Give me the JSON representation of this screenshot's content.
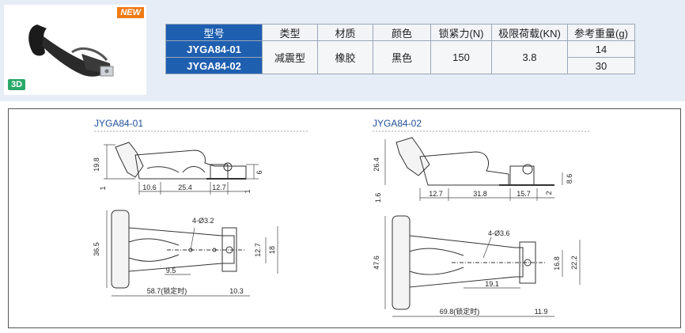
{
  "badges": {
    "new": "NEW",
    "three_d": "3D"
  },
  "table": {
    "headers": [
      "型号",
      "类型",
      "材质",
      "颜色",
      "锁紧力(N)",
      "极限荷载(KN)",
      "参考重量(g)"
    ],
    "models": [
      "JYGA84-01",
      "JYGA84-02"
    ],
    "type": "减震型",
    "material": "橡胶",
    "color": "黑色",
    "lock_force": "150",
    "ultimate_load": "3.8",
    "weights": [
      "14",
      "30"
    ]
  },
  "drawings": {
    "left": {
      "title": "JYGA84-01",
      "dims": {
        "h19_8": "19.8",
        "v1": "1",
        "d10_6": "10.6",
        "d25_4": "25.4",
        "d12_7": "12.7",
        "v1b": "1",
        "v6": "6",
        "v36_5": "36.5",
        "hole": "4-Ø3.2",
        "d9_5": "9.5",
        "v12_7": "12.7",
        "v18": "18",
        "d58_7": "58.7(锁定时)",
        "d10_3": "10.3"
      }
    },
    "right": {
      "title": "JYGA84-02",
      "dims": {
        "h26_4": "26.4",
        "v1_6": "1.6",
        "d12_7": "12.7",
        "d31_8": "31.8",
        "d15_7": "15.7",
        "v2": "2",
        "v8_6": "8.6",
        "v47_6": "47.6",
        "hole": "4-Ø3.6",
        "d19_1": "19.1",
        "v16_8": "16.8",
        "v22_2": "22.2",
        "d69_8": "69.8(锁定时)",
        "d11_9": "11.9"
      }
    }
  },
  "colors": {
    "panel_bg": "#e6edf6",
    "model_blue": "#1f5fb0",
    "new_orange": "#f07a14",
    "badge_green": "#2aa86a"
  }
}
